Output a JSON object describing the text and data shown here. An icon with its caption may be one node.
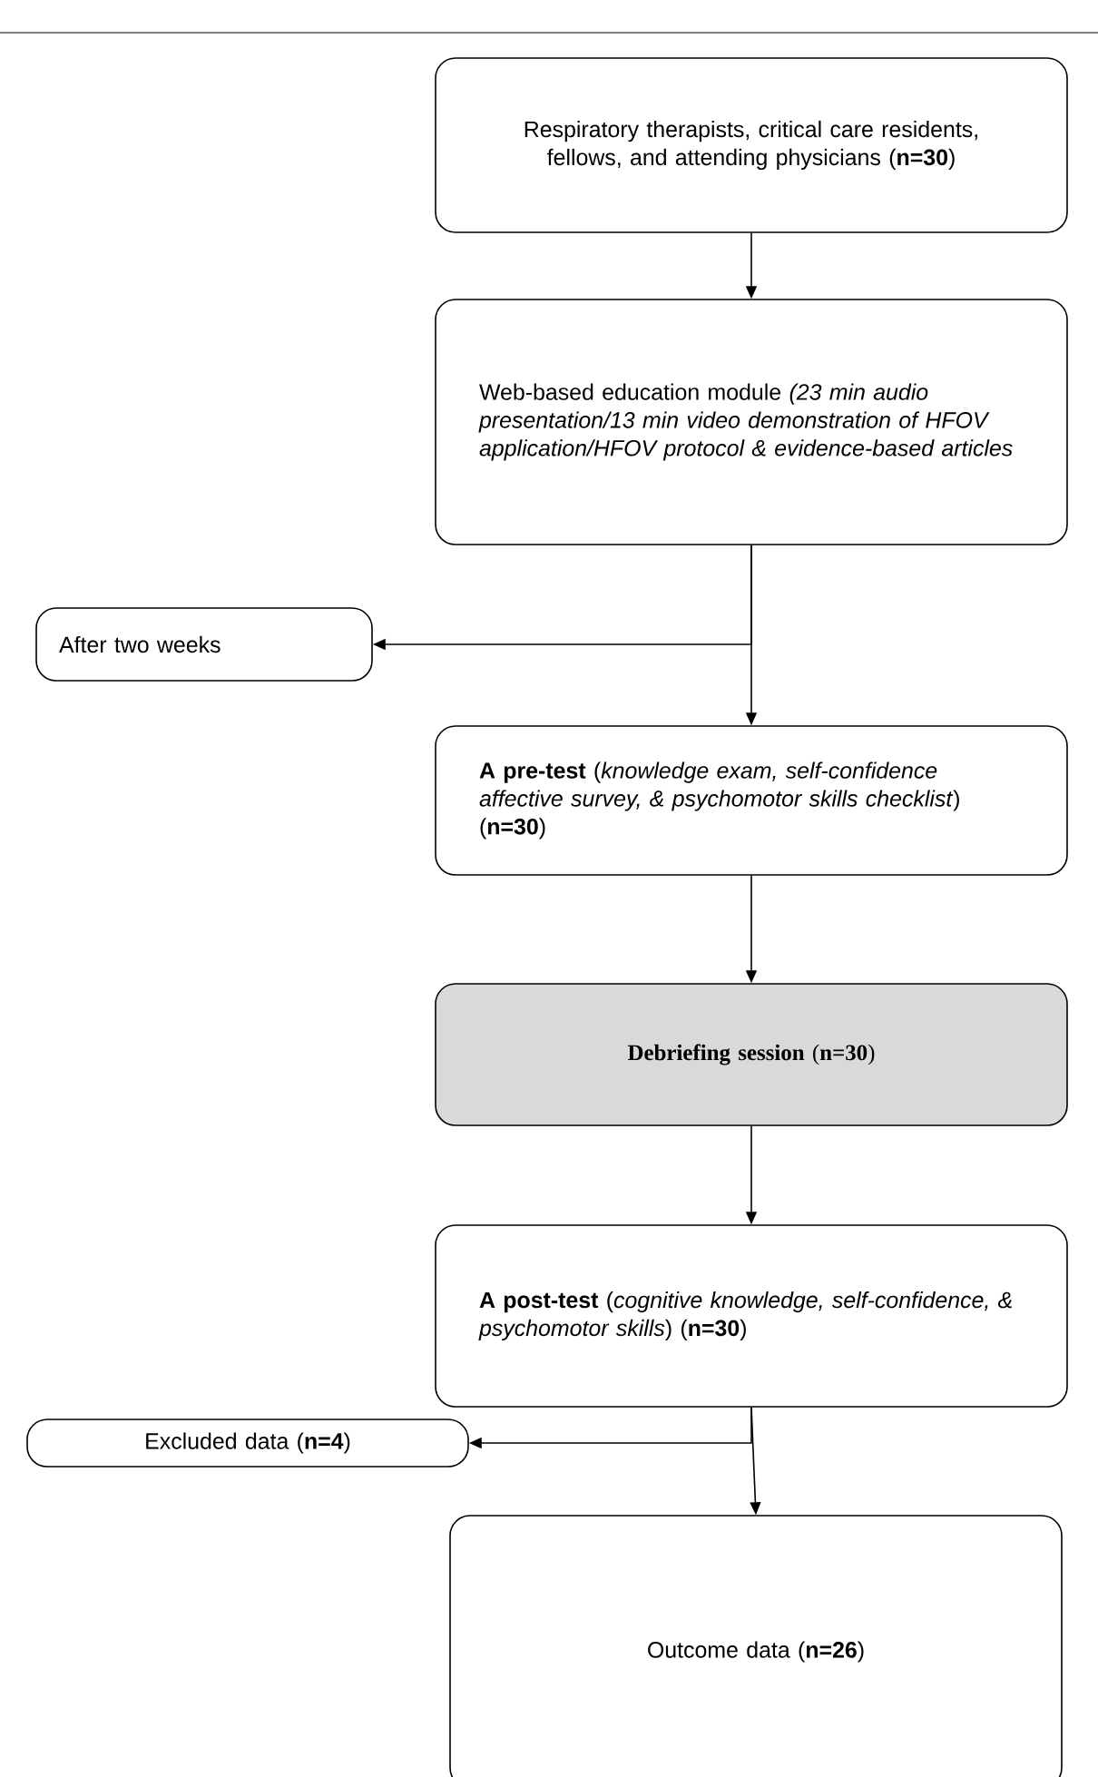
{
  "diagram": {
    "nodes": [
      {
        "text": [
          "Respiratory therapists, critical care residents, fellows, and attending physicians (**n=30**)"
        ]
      },
      {
        "text": [
          "Web-based education module *(23 min audio presentation/13 min video demonstration of HFOV application/HFOV protocol & evidence-based articles*"
        ]
      },
      {
        "text": [
          "After two weeks"
        ]
      },
      {
        "text": [
          "**A pre-test** (*knowledge exam, self-confidence affective survey, & psychomotor skills checklist*) (**n=30**)"
        ]
      },
      {
        "text": [
          "**Debriefing session** (**n=30**)"
        ]
      },
      {
        "text": [
          "**A post-test** (*cognitive knowledge, self-confidence, & psychomotor skills*) (**n=30**)"
        ]
      },
      {
        "text": [
          "Excluded data (**n=4**)"
        ]
      },
      {
        "text": [
          "Outcome data (**n=26**)"
        ]
      }
    ],
    "edges": [
      {
        "from": 0,
        "to": 1,
        "arrow": "to"
      },
      {
        "from": 1,
        "to": 2,
        "arrow": "to"
      },
      {
        "from": 1,
        "to": 3,
        "arrow": "to"
      },
      {
        "from": 3,
        "to": 4,
        "arrow": "to"
      },
      {
        "from": 4,
        "to": 5,
        "arrow": "to"
      },
      {
        "from": 5,
        "to": 6,
        "arrow": "to"
      },
      {
        "from": 5,
        "to": 7,
        "arrow": "to"
      }
    ]
  }
}
